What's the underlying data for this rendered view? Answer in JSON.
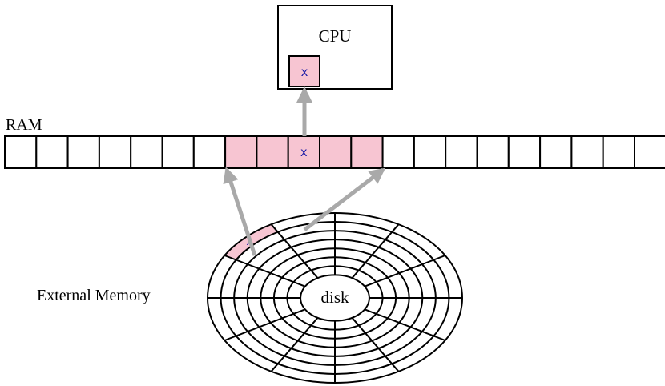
{
  "labels": {
    "cpu": "CPU",
    "ram": "RAM",
    "external_memory": "External Memory",
    "disk": "disk"
  },
  "marker": "x",
  "ram": {
    "cell_count": 21,
    "highlighted_cells": [
      7,
      8,
      9,
      10,
      11
    ],
    "marked_cell": 9
  },
  "disk": {
    "rings": 7,
    "sectors": 12
  },
  "colors": {
    "highlight": "#f7c5d2",
    "arrow": "#a9a9a9",
    "marker": "#1a1aa6",
    "stroke": "#000000"
  }
}
